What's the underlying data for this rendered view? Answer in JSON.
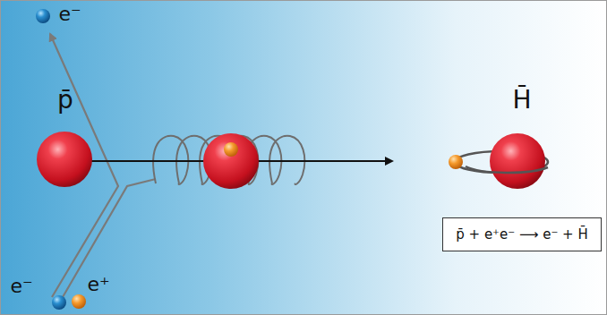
{
  "diagram": {
    "nodes": [
      {
        "text": [
          "p̄ + e⁺e⁻ ⟶ e⁻ + H̄"
        ]
      }
    ],
    "labels": [
      "e⁻",
      "p̄",
      "H̄",
      "e⁻",
      "e⁺"
    ]
  }
}
